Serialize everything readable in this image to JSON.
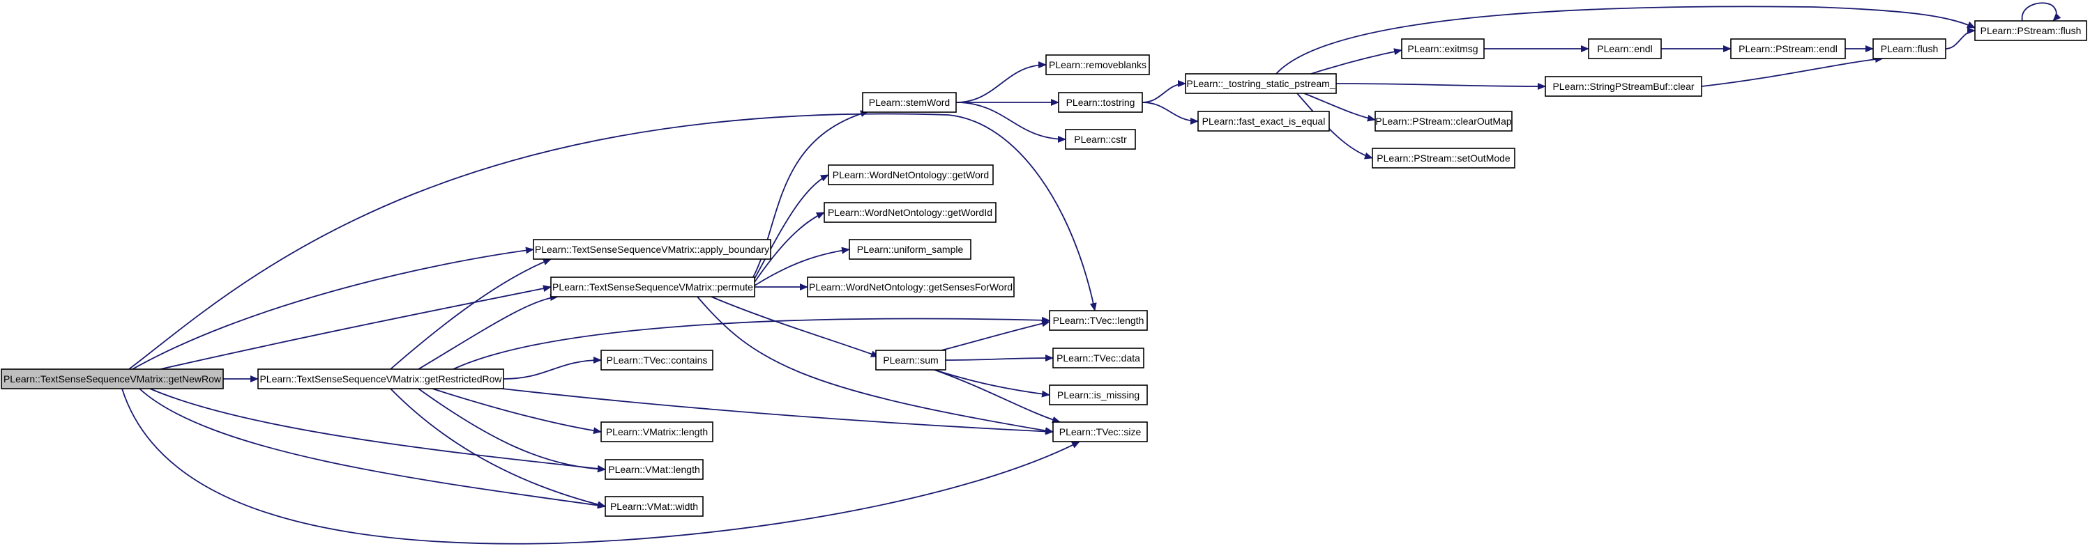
{
  "graph": {
    "edge_color": "#191970",
    "root_fill": "#bfbfbf",
    "nodes": [
      {
        "id": "getNewRow",
        "label": "PLearn::TextSenseSequenceVMatrix::getNewRow",
        "root": true
      },
      {
        "id": "getRestrictedRow",
        "label": "PLearn::TextSenseSequenceVMatrix::getRestrictedRow"
      },
      {
        "id": "apply_boundary",
        "label": "PLearn::TextSenseSequenceVMatrix::apply_boundary"
      },
      {
        "id": "permute",
        "label": "PLearn::TextSenseSequenceVMatrix::permute"
      },
      {
        "id": "stemWord",
        "label": "PLearn::stemWord"
      },
      {
        "id": "getWord",
        "label": "PLearn::WordNetOntology::getWord"
      },
      {
        "id": "getWordId",
        "label": "PLearn::WordNetOntology::getWordId"
      },
      {
        "id": "uniform_sample",
        "label": "PLearn::uniform_sample"
      },
      {
        "id": "getSensesForWord",
        "label": "PLearn::WordNetOntology::getSensesForWord"
      },
      {
        "id": "sum",
        "label": "PLearn::sum"
      },
      {
        "id": "tvec_contains",
        "label": "PLearn::TVec::contains"
      },
      {
        "id": "vmatrix_length",
        "label": "PLearn::VMatrix::length"
      },
      {
        "id": "vmat_length",
        "label": "PLearn::VMat::length"
      },
      {
        "id": "vmat_width",
        "label": "PLearn::VMat::width"
      },
      {
        "id": "removeblanks",
        "label": "PLearn::removeblanks"
      },
      {
        "id": "tostring",
        "label": "PLearn::tostring"
      },
      {
        "id": "cstr",
        "label": "PLearn::cstr"
      },
      {
        "id": "tvec_length",
        "label": "PLearn::TVec::length"
      },
      {
        "id": "tvec_data",
        "label": "PLearn::TVec::data"
      },
      {
        "id": "is_missing",
        "label": "PLearn::is_missing"
      },
      {
        "id": "tvec_size",
        "label": "PLearn::TVec::size"
      },
      {
        "id": "tostring_static",
        "label": "PLearn::_tostring_static_pstream_"
      },
      {
        "id": "fast_exact_is_equal",
        "label": "PLearn::fast_exact_is_equal"
      },
      {
        "id": "exitmsg",
        "label": "PLearn::exitmsg"
      },
      {
        "id": "clearOutMap",
        "label": "PLearn::PStream::clearOutMap"
      },
      {
        "id": "setOutMode",
        "label": "PLearn::PStream::setOutMode"
      },
      {
        "id": "endl",
        "label": "PLearn::endl"
      },
      {
        "id": "pstream_endl",
        "label": "PLearn::PStream::endl"
      },
      {
        "id": "spbuf_clear",
        "label": "PLearn::StringPStreamBuf::clear"
      },
      {
        "id": "flush",
        "label": "PLearn::flush"
      },
      {
        "id": "pstream_flush",
        "label": "PLearn::PStream::flush"
      }
    ],
    "edges": [
      [
        "getNewRow",
        "getRestrictedRow"
      ],
      [
        "getNewRow",
        "apply_boundary"
      ],
      [
        "getNewRow",
        "permute"
      ],
      [
        "getNewRow",
        "tvec_length"
      ],
      [
        "getNewRow",
        "tvec_size"
      ],
      [
        "getNewRow",
        "vmat_length"
      ],
      [
        "getNewRow",
        "vmat_width"
      ],
      [
        "getRestrictedRow",
        "apply_boundary"
      ],
      [
        "getRestrictedRow",
        "permute"
      ],
      [
        "getRestrictedRow",
        "tvec_length"
      ],
      [
        "getRestrictedRow",
        "tvec_contains"
      ],
      [
        "getRestrictedRow",
        "tvec_size"
      ],
      [
        "getRestrictedRow",
        "vmatrix_length"
      ],
      [
        "getRestrictedRow",
        "vmat_length"
      ],
      [
        "getRestrictedRow",
        "vmat_width"
      ],
      [
        "permute",
        "stemWord"
      ],
      [
        "permute",
        "getWord"
      ],
      [
        "permute",
        "getWordId"
      ],
      [
        "permute",
        "uniform_sample"
      ],
      [
        "permute",
        "getSensesForWord"
      ],
      [
        "permute",
        "sum"
      ],
      [
        "permute",
        "tvec_size"
      ],
      [
        "stemWord",
        "removeblanks"
      ],
      [
        "stemWord",
        "tostring"
      ],
      [
        "stemWord",
        "cstr"
      ],
      [
        "sum",
        "tvec_length"
      ],
      [
        "sum",
        "tvec_data"
      ],
      [
        "sum",
        "is_missing"
      ],
      [
        "sum",
        "tvec_size"
      ],
      [
        "tostring",
        "tostring_static"
      ],
      [
        "tostring",
        "fast_exact_is_equal"
      ],
      [
        "tostring_static",
        "pstream_flush"
      ],
      [
        "tostring_static",
        "exitmsg"
      ],
      [
        "tostring_static",
        "spbuf_clear"
      ],
      [
        "tostring_static",
        "clearOutMap"
      ],
      [
        "tostring_static",
        "setOutMode"
      ],
      [
        "exitmsg",
        "endl"
      ],
      [
        "endl",
        "pstream_endl"
      ],
      [
        "pstream_endl",
        "flush"
      ],
      [
        "spbuf_clear",
        "flush"
      ],
      [
        "flush",
        "pstream_flush"
      ],
      [
        "pstream_flush",
        "pstream_flush"
      ]
    ]
  }
}
